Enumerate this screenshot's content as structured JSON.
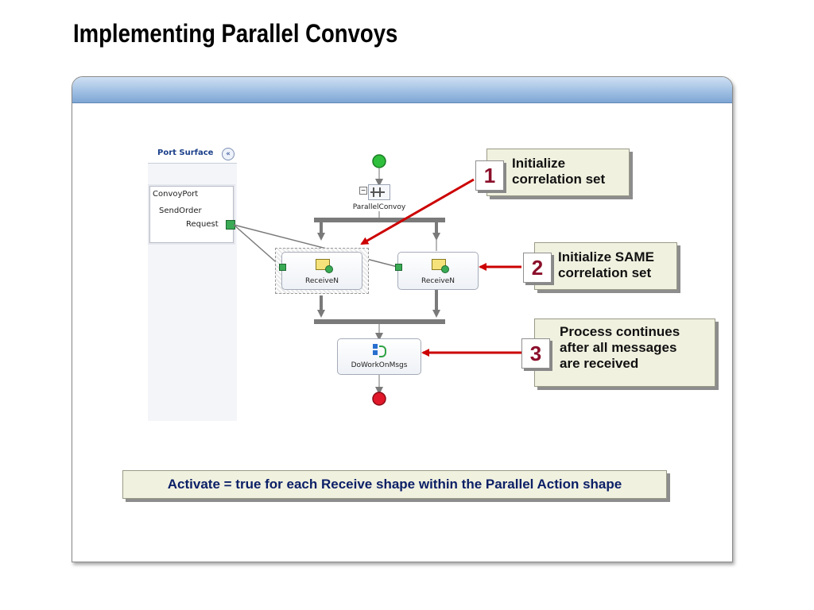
{
  "title": "Implementing Parallel Convoys",
  "port_surface": {
    "title": "Port Surface",
    "collapse_icon": "double-chevron-left-icon",
    "port_name": "ConvoyPort",
    "operation": "SendOrder",
    "message": "Request"
  },
  "orchestration": {
    "parallel_shape_label": "ParallelConvoy",
    "receive_left_label": "ReceiveN",
    "receive_right_label": "ReceiveN",
    "work_shape_label": "DoWorkOnMsgs"
  },
  "callouts": [
    {
      "number": "1",
      "text": "Initialize\ncorrelation set"
    },
    {
      "number": "2",
      "text": "Initialize SAME\ncorrelation set"
    },
    {
      "number": "3",
      "text": "Process continues\nafter all messages\nare received"
    }
  ],
  "note": "Activate = true for each Receive shape within the Parallel Action shape",
  "colors": {
    "header_blue": "#7ea6d4",
    "callout_fill": "#f1f1e0",
    "badge_number": "#8b0f2a",
    "arrow_red": "#cc0000",
    "note_text": "#0b1f66",
    "start_green": "#2fbf3c",
    "end_red": "#e0182a"
  }
}
